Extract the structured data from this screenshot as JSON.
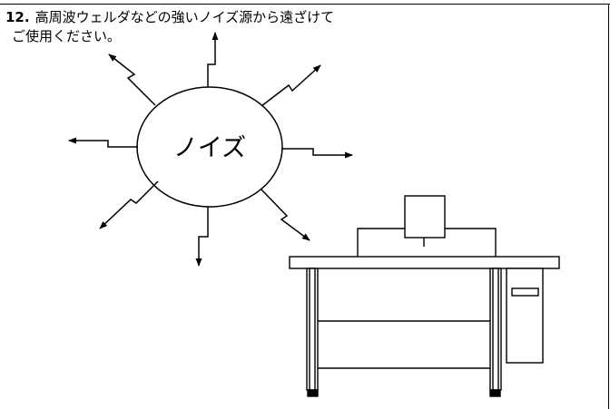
{
  "caution": {
    "number": "12.",
    "line1": "高周波ウェルダなどの強いノイズ源から遠ざけて",
    "line2": "ご使用ください。"
  },
  "illustration": {
    "noise_label": "ノイズ",
    "source_icon": "noise-source-burst-icon",
    "machine_icon": "sewing-machine-table-icon"
  }
}
